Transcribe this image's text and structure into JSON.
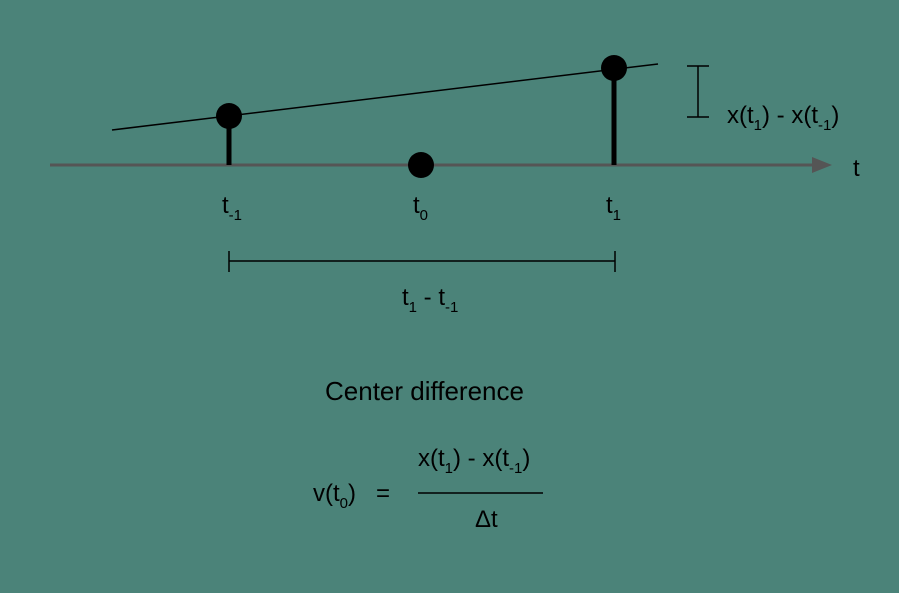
{
  "axis": {
    "label": "t"
  },
  "ticks": [
    {
      "base": "t",
      "sub": "-1"
    },
    {
      "base": "t",
      "sub": "0"
    },
    {
      "base": "t",
      "sub": "1"
    }
  ],
  "interval_label": {
    "a": "t",
    "a_sub": "1",
    "sep": " - ",
    "b": "t",
    "b_sub": "-1"
  },
  "rise_label": {
    "p1": "x(t",
    "p1_sub": "1",
    "mid": ") - x(t",
    "p2_sub": "-1",
    "end": ")"
  },
  "title": "Center difference",
  "equation": {
    "lhs_pre": "v(t",
    "lhs_sub": "0",
    "lhs_post": ")",
    "equals": "=",
    "num_p1": "x(t",
    "num_sub1": "1",
    "num_mid": ") - x(t",
    "num_sub2": "-1",
    "num_end": ")",
    "den": "Δt"
  },
  "colors": {
    "background": "#4b8379",
    "axis": "#555555",
    "ink": "#000000"
  }
}
